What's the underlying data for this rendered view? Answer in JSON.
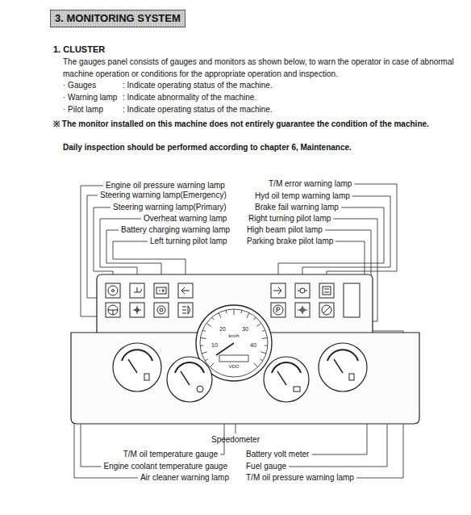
{
  "diagram": {
    "title": "3. MONITORING SYSTEM",
    "labels": [
      "1. CLUSTER",
      "The gauges panel consists of gauges and monitors as shown below, to warn the operator in case of abnormal machine operation or conditions for the appropriate operation and inspection.",
      "· Gauges",
      ": Indicate operating status of the machine.",
      "· Warning lamp",
      ": Indicate abnormality of the machine.",
      "· Pilot lamp",
      ": Indicate operating status of the machine.",
      "※ The monitor installed on this machine does not entirely guarantee the condition of the machine.",
      "Daily inspection should be performed according to chapter 6, Maintenance.",
      "Engine oil pressure warning lamp",
      "Steering warning lamp(Emergency)",
      "Steering warning lamp(Primary)",
      "Overheat warning lamp",
      "Battery charging warning lamp",
      "Left turning pilot lamp",
      "T/M error warning lamp",
      "Hyd oil temp warning lamp",
      "Brake fail warning lamp",
      "Right turning pilot lamp",
      "High beam pilot lamp",
      "Parking brake pilot lamp",
      "Speedometer",
      "T/M oil temperature gauge",
      "Engine coolant temperature gauge",
      "Air cleaner warning lamp",
      "Battery volt meter",
      "Fuel gauge",
      "T/M oil pressure warning lamp",
      "10",
      "20",
      "30",
      "40",
      "km/h",
      "VDO"
    ]
  }
}
